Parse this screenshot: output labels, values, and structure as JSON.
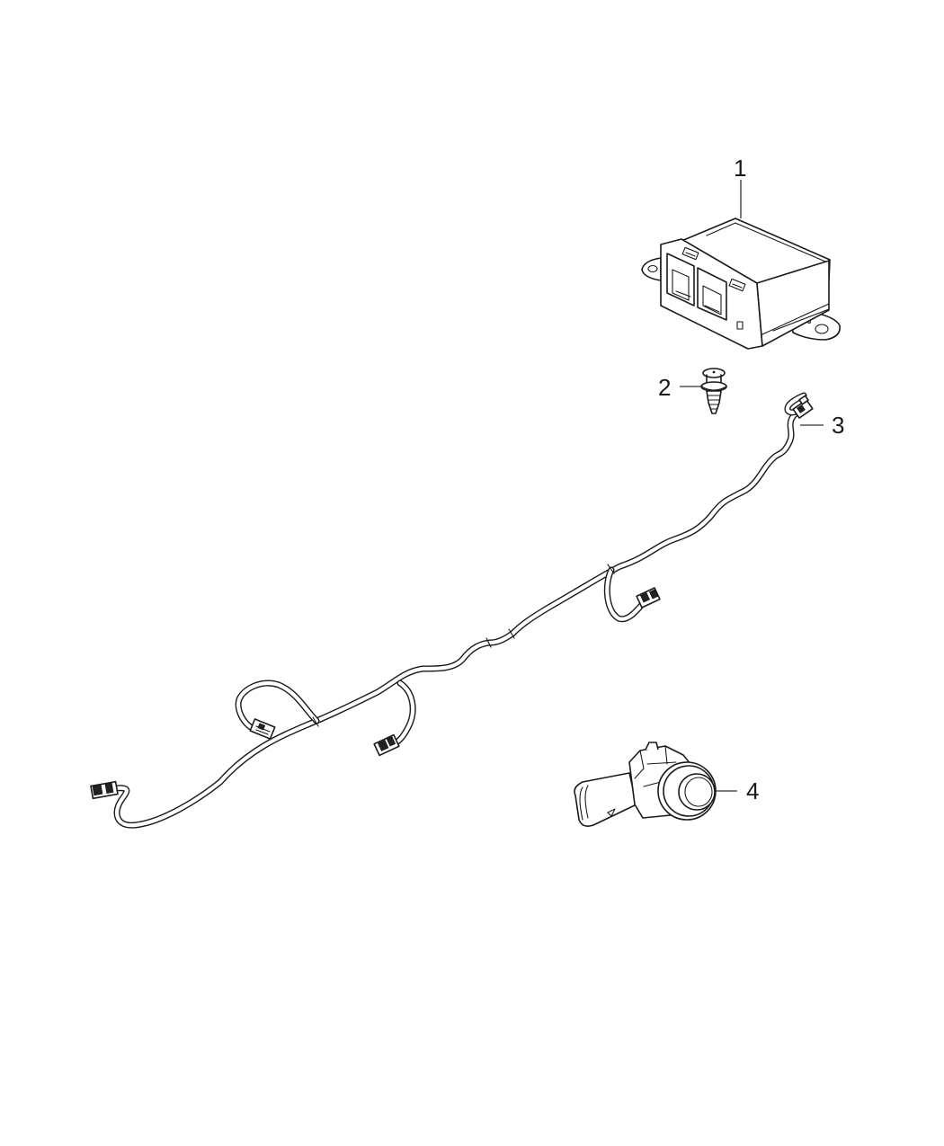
{
  "diagram": {
    "type": "exploded-parts-diagram",
    "background": "#ffffff",
    "line_color": "#1a1a1a",
    "callouts": [
      {
        "number": "1",
        "part": "control-module"
      },
      {
        "number": "2",
        "part": "push-pin-clip"
      },
      {
        "number": "3",
        "part": "wiring-harness"
      },
      {
        "number": "4",
        "part": "parking-sensor"
      }
    ]
  }
}
